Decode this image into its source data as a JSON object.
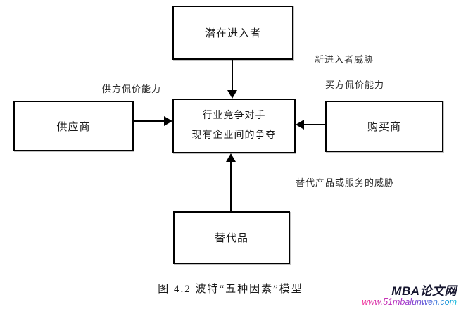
{
  "diagram": {
    "boxes": {
      "potential_entrants": "潜在进入者",
      "suppliers": "供应商",
      "competitors_line1": "行业竞争对手",
      "competitors_line2": "现有企业间的争夺",
      "buyers": "购买商",
      "substitutes": "替代品"
    },
    "labels": {
      "supplier_power": "供方侃价能力",
      "entrant_threat": "新进入者威胁",
      "buyer_power": "买方侃价能力",
      "substitute_threat": "替代产品或服务的威胁"
    },
    "caption": "图 4.2 波特“五种因素”模型"
  },
  "watermark": {
    "site_name": "MBA论文网",
    "site_url": "www.51mbalunwen.com"
  },
  "colors": {
    "line": "#000000",
    "box_border": "#000000",
    "watermark_name": "#15152e",
    "url_gradient_start": "#f43a9b",
    "url_gradient_mid": "#a22ec9",
    "url_gradient_end": "#00b8d9"
  }
}
